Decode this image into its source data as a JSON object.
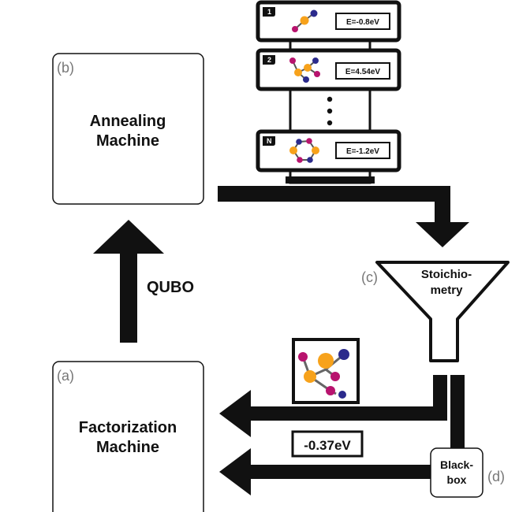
{
  "panels": {
    "b": {
      "letter": "(b)",
      "line1": "Annealing",
      "line2": "Machine"
    },
    "a": {
      "letter": "(a)",
      "line1": "Factorization",
      "line2": "Machine"
    },
    "c": {
      "letter": "(c)",
      "line1": "Stoichio-",
      "line2": "metry"
    },
    "d": {
      "letter": "(d)",
      "line1": "Black-",
      "line2": "box"
    }
  },
  "qubo_label": "QUBO",
  "energy_output": "-0.37eV",
  "servers": [
    {
      "index": "1",
      "energy": "E=-0.8eV"
    },
    {
      "index": "2",
      "energy": "E=4.54eV"
    },
    {
      "index": "N",
      "energy": "E=-1.2eV"
    }
  ],
  "colors": {
    "orange": "#f7a21b",
    "purple": "#b8136e",
    "navy": "#2b2a8c",
    "black": "#111111"
  }
}
